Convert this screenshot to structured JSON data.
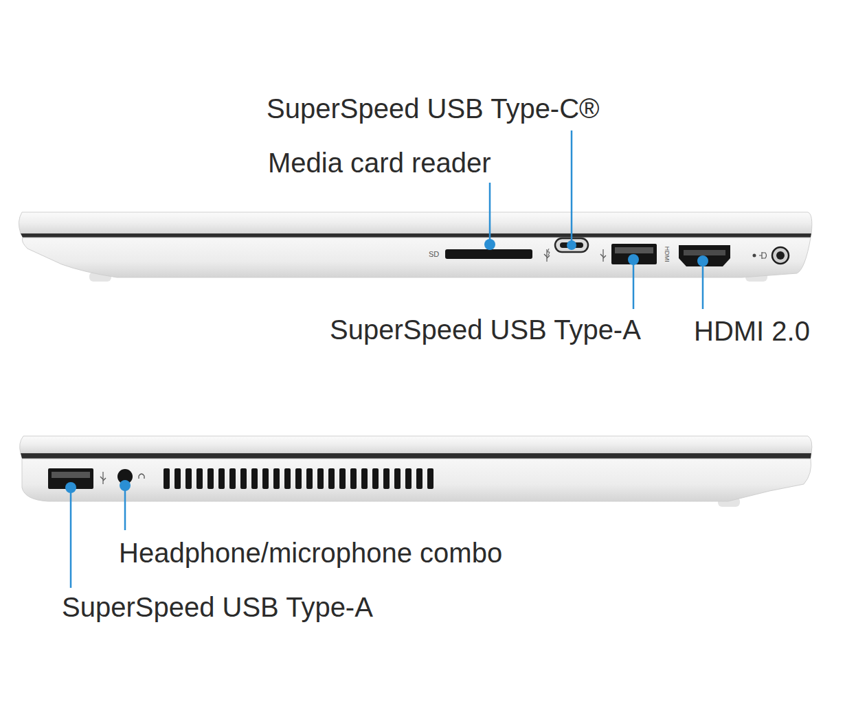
{
  "diagram": {
    "labels": [
      "SuperSpeed USB Type-C®",
      "Media card reader",
      "SD",
      "HDMI",
      "SuperSpeed USB Type-A",
      "HDMI 2.0",
      "Headphone/microphone combo",
      "SuperSpeed USB Type-A"
    ]
  }
}
